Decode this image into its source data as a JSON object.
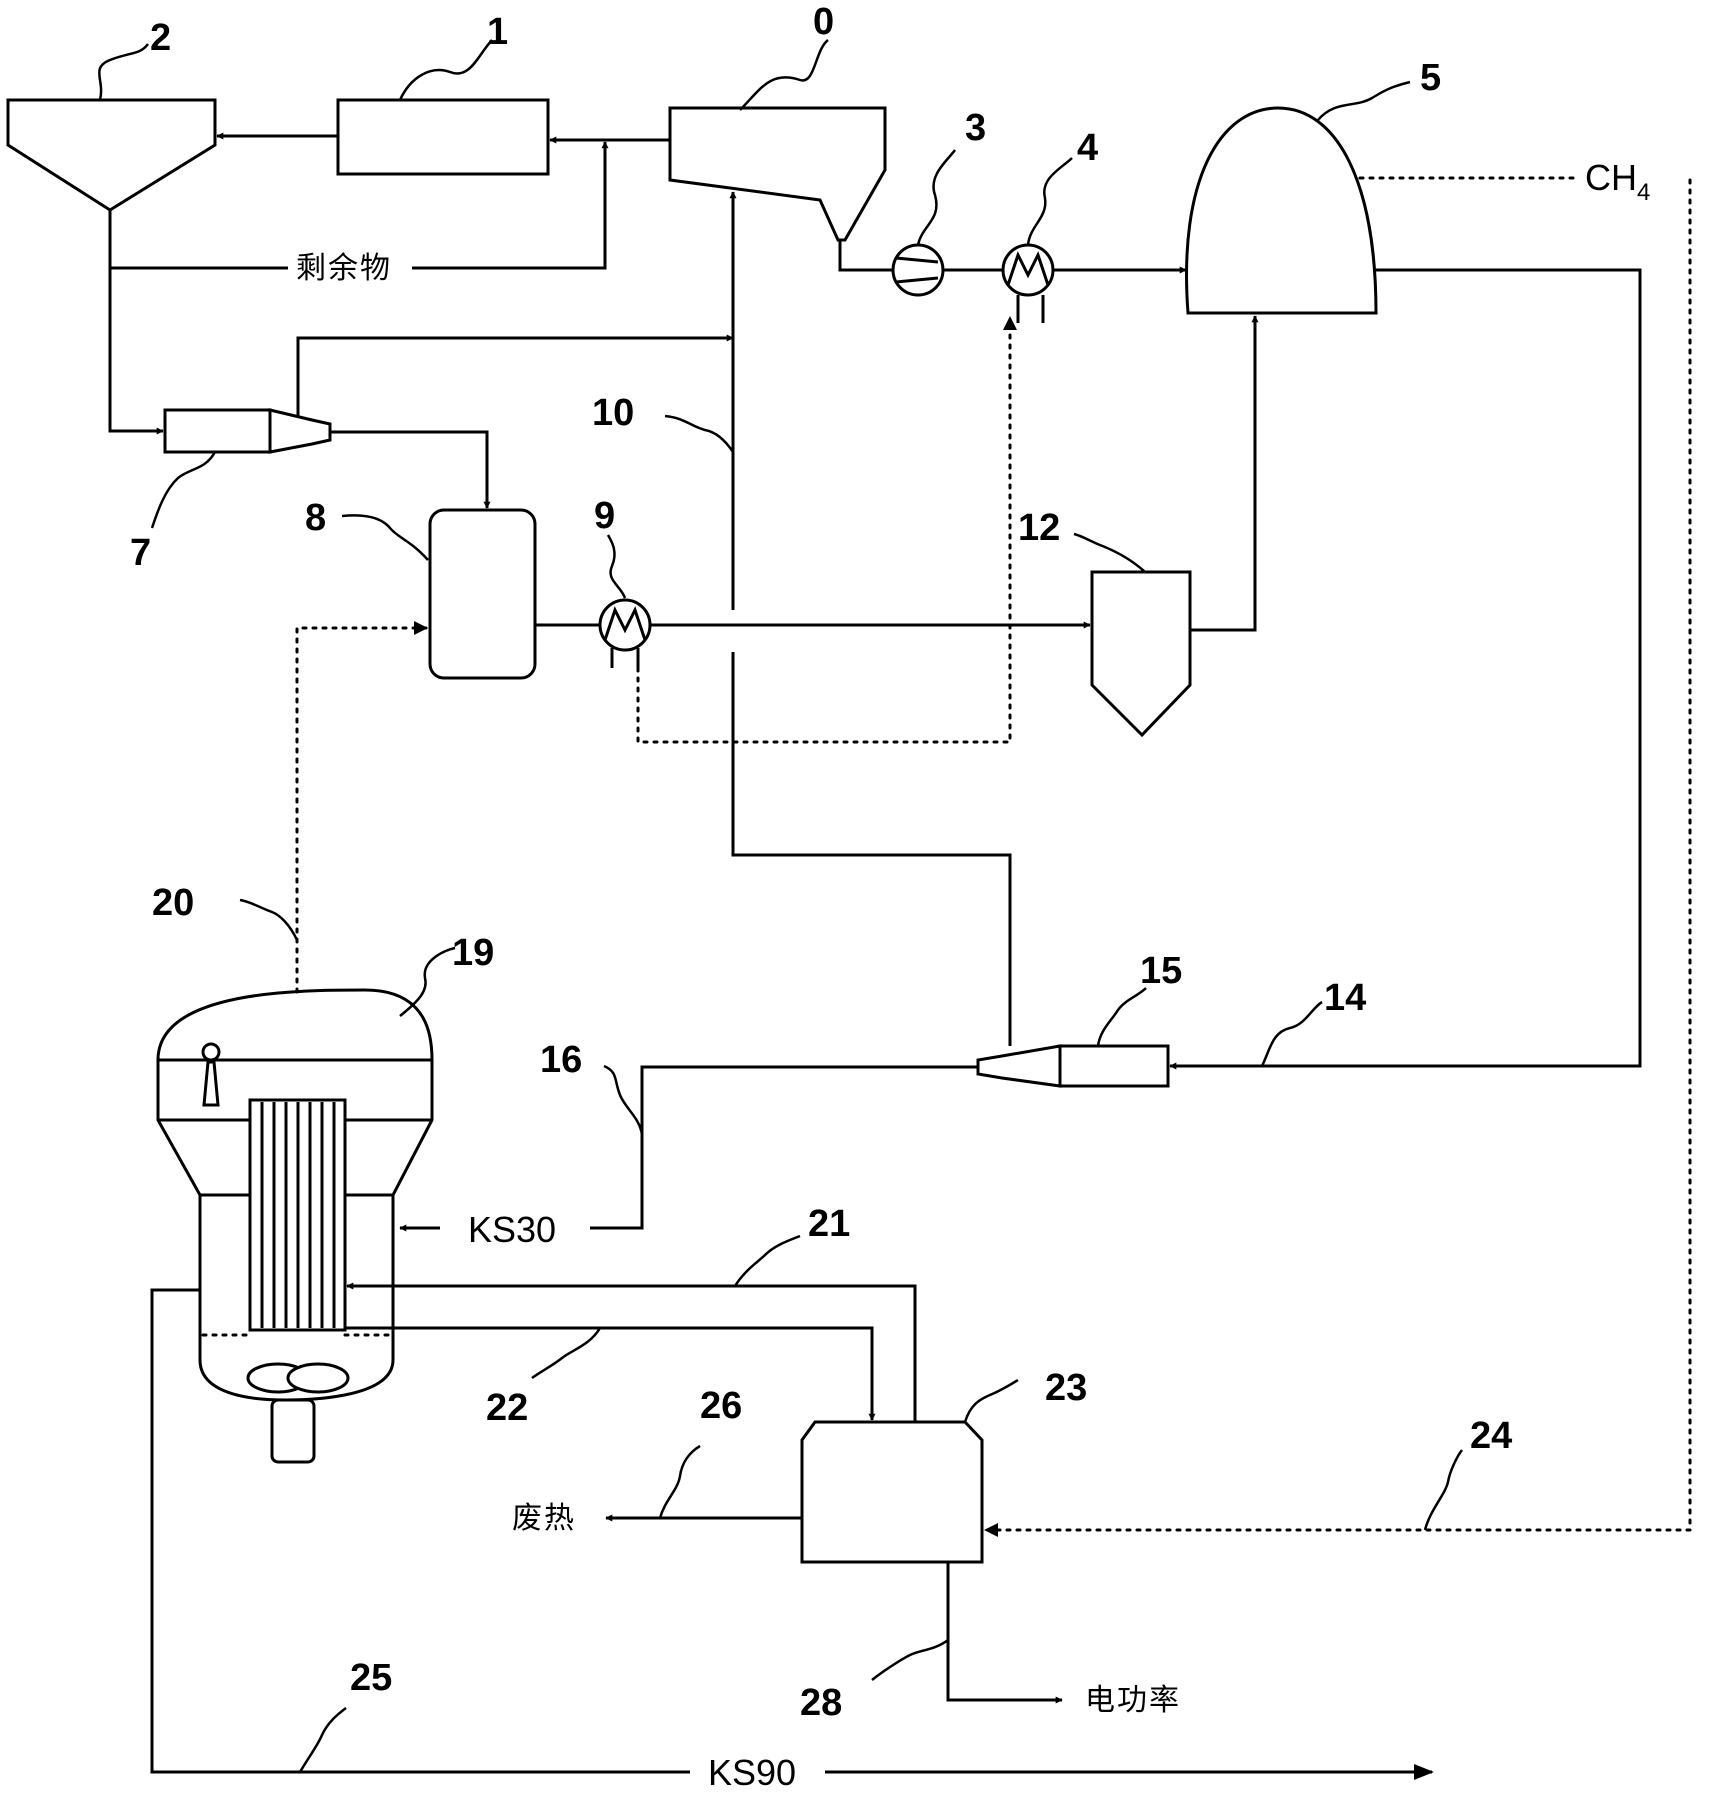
{
  "components": {
    "c0": "0",
    "c1": "1",
    "c2": "2",
    "c3": "3",
    "c4": "4",
    "c5": "5",
    "c7": "7",
    "c8": "8",
    "c9": "9",
    "c10": "10",
    "c12": "12",
    "c14": "14",
    "c15": "15",
    "c16": "16",
    "c19": "19",
    "c20": "20",
    "c21": "21",
    "c22": "22",
    "c23": "23",
    "c24": "24",
    "c25": "25",
    "c26": "26",
    "c28": "28"
  },
  "labels": {
    "residue": "剩余物",
    "methane": "CH4",
    "methane_base": "CH",
    "methane_sub": "4",
    "ks30": "KS30",
    "ks90": "KS90",
    "waste_heat": "废热",
    "electric_power": "电功率"
  }
}
